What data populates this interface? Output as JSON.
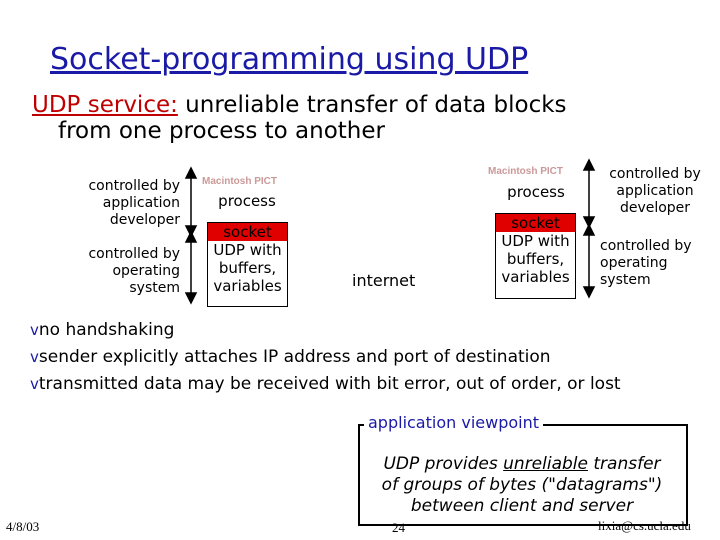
{
  "title": "Socket-programming using UDP",
  "subtitle": {
    "prefix": "UDP service:",
    "line1_rest": " unreliable transfer of data blocks",
    "line2": "from one process to another"
  },
  "pict_label": "Macintosh PICT",
  "left_host": {
    "app_label_lines": [
      "controlled by",
      "application",
      "developer"
    ],
    "os_label_lines": [
      "controlled by",
      "operating",
      "system"
    ],
    "process": "process",
    "socket": "socket",
    "buffer_lines": [
      "UDP with",
      "buffers,",
      "variables"
    ]
  },
  "right_host": {
    "app_label_lines": [
      "controlled by",
      "application",
      "developer"
    ],
    "os_label_lines": [
      "controlled by",
      "operating",
      "system"
    ],
    "process": "process",
    "socket": "socket",
    "buffer_lines": [
      "UDP with",
      "buffers,",
      "variables"
    ]
  },
  "internet_label": "internet",
  "bullets": [
    "no handshaking",
    "sender explicitly attaches IP address and port of destination",
    "transmitted data may be received with bit error, out of order, or lost"
  ],
  "bullet_marker": "v",
  "viewpoint": {
    "title": "application viewpoint",
    "line1_pre": "UDP provides ",
    "line1_ul": "unreliable",
    "line1_post": " transfer",
    "line2": "of groups of bytes (\"datagrams\")",
    "line3": "between client and server"
  },
  "footer": {
    "date": "4/8/03",
    "page": "24",
    "email": "lixia@cs.ucla.edu"
  },
  "colors": {
    "title": "#1a1aa6",
    "highlight": "#c00000",
    "socket": "#e00000",
    "internet_cloud": "#ffffff"
  }
}
